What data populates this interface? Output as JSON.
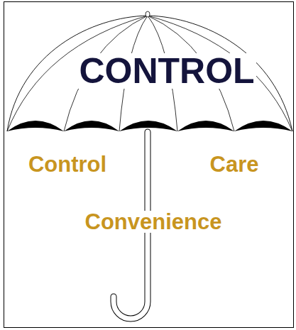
{
  "diagram": {
    "nodes": [
      {
        "text": [
          "CONTROL"
        ]
      }
    ],
    "labels": [
      "Control",
      "Care",
      "Convenience"
    ]
  }
}
